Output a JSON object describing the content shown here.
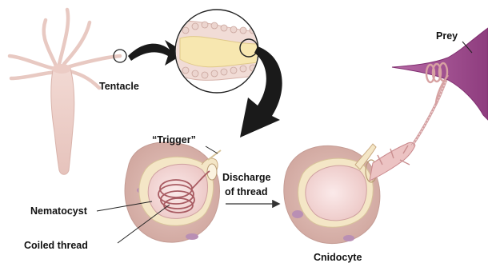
{
  "labels": {
    "tentacle": "Tentacle",
    "trigger": "“Trigger”",
    "discharge_line1": "Discharge",
    "discharge_line2": "of thread",
    "nematocyst": "Nematocyst",
    "coiled_thread": "Coiled thread",
    "cnidocyte": "Cnidocyte",
    "prey": "Prey"
  },
  "colors": {
    "hydra_body": "#efd2cc",
    "cell_tissue": "#d8b5ad",
    "nucleus": "#b98fb4",
    "capsule": "#f6dede",
    "thread": "#c97c80",
    "prey": "#a24d8f",
    "arrow": "#1a1a1a"
  }
}
